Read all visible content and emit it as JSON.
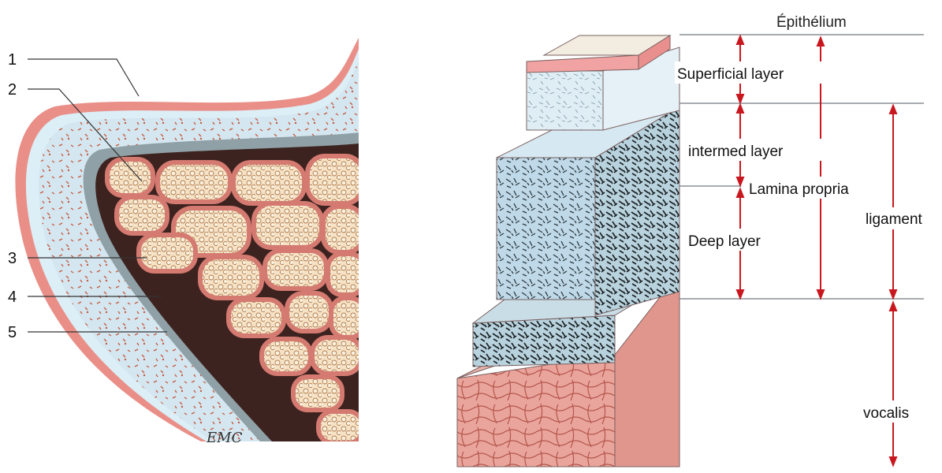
{
  "figure": {
    "left_panel": {
      "numbers": [
        "1",
        "2",
        "3",
        "4",
        "5"
      ],
      "signature": "EMC"
    },
    "right_panel": {
      "labels": {
        "epithelium": "Épithélium",
        "superficial": "Superficial layer",
        "intermediate": "intermed layer",
        "lamina": "Lamina propria",
        "deep": "Deep layer",
        "ligament": "ligament",
        "vocalis": "vocalis"
      }
    },
    "colors": {
      "epithelium": "#e98f88",
      "mucosa": "#cfe3ef",
      "gray_band": "#8fa1a6",
      "muscle": "#dd8f86",
      "muscle_fill": "#f4ddc0",
      "arrow": "#c8171f",
      "line": "#8a8f96"
    }
  }
}
